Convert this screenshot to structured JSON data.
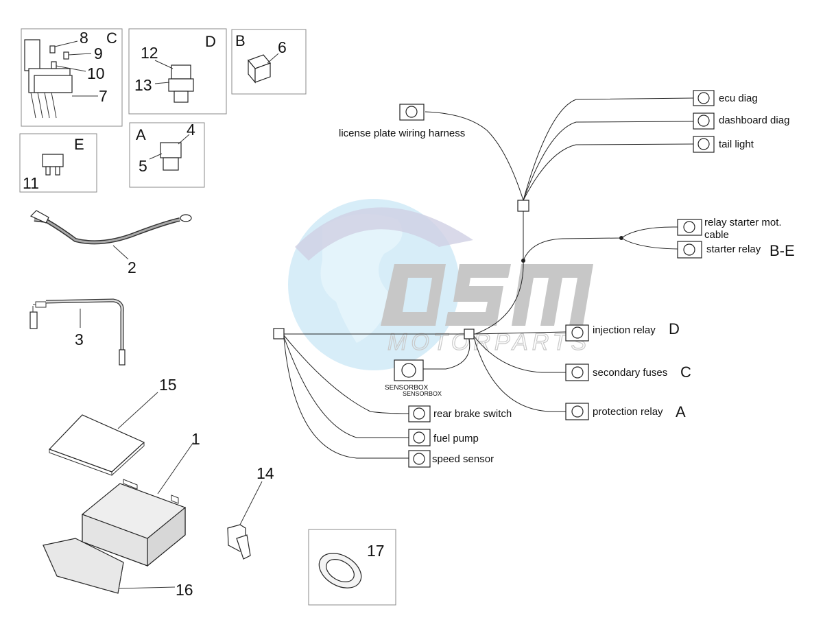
{
  "watermark": {
    "brand": "OSM",
    "sub": "MOTORPARTS",
    "colors": {
      "globe": "#bfe3f3",
      "swoosh": "#c8c8dc",
      "letters": "#c9c9c9",
      "sub": "#cfcfcf"
    }
  },
  "panels": {
    "C": {
      "letter": "C",
      "numbers": [
        "8",
        "9",
        "10",
        "7"
      ]
    },
    "D": {
      "letter": "D",
      "numbers": [
        "12",
        "13"
      ]
    },
    "B": {
      "letter": "B",
      "numbers": [
        "6"
      ]
    },
    "E": {
      "letter": "E",
      "numbers": [
        "11"
      ]
    },
    "A": {
      "letter": "A",
      "numbers": [
        "4",
        "5"
      ]
    }
  },
  "parts": {
    "p1": "1",
    "p2": "2",
    "p3": "3",
    "p14": "14",
    "p15": "15",
    "p16": "16",
    "p17": "17"
  },
  "connectors": {
    "license_plate": "license plate wiring harness",
    "ecu_diag": "ecu diag",
    "dashboard_diag": "dashboard diag",
    "tail_light": "tail light",
    "relay_starter_1": "relay starter mot.",
    "relay_starter_2": "cable",
    "starter_relay": "starter relay",
    "starter_relay_tag": "B-E",
    "injection_relay": "injection relay",
    "injection_relay_tag": "D",
    "secondary_fuses": "secondary fuses",
    "secondary_fuses_tag": "C",
    "protection_relay": "protection relay",
    "protection_relay_tag": "A",
    "sensorbox_1": "SENSORBOX",
    "sensorbox_2": "SENSORBOX",
    "rear_brake": "rear brake switch",
    "fuel_pump": "fuel pump",
    "speed_sensor": "speed sensor"
  }
}
